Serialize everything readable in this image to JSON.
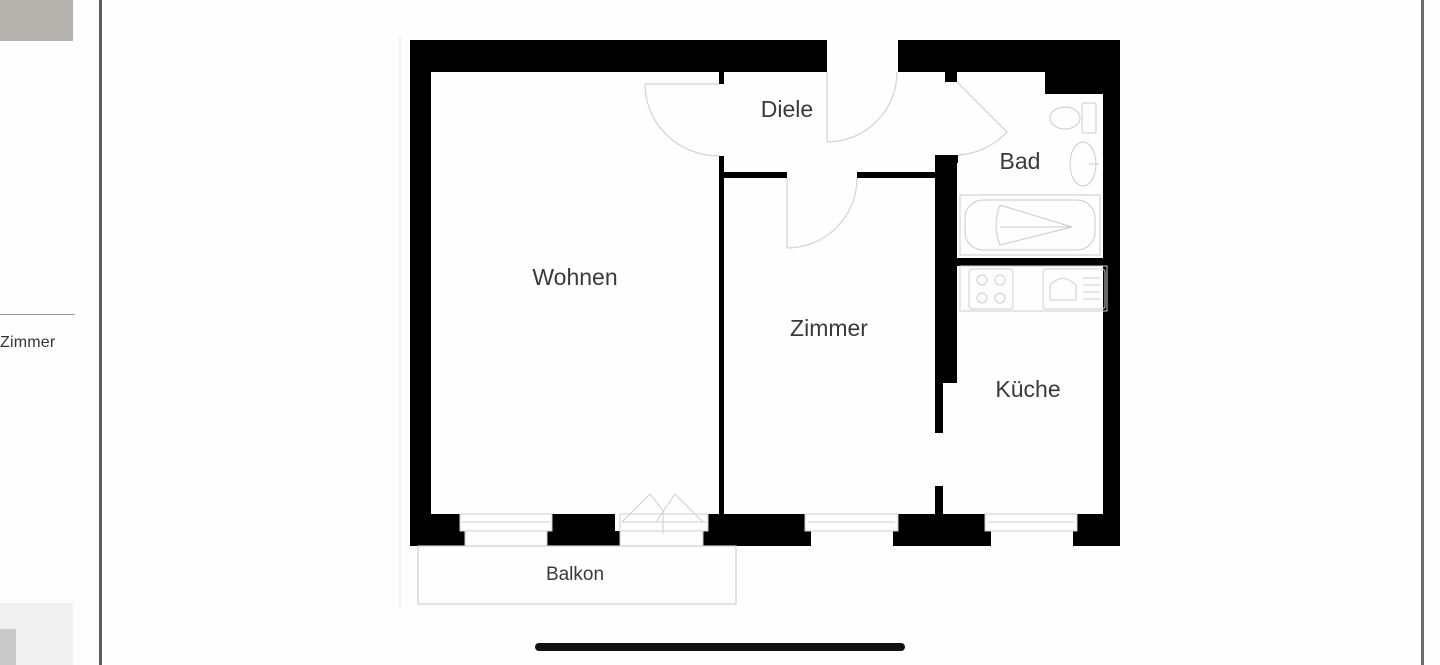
{
  "sidebar": {
    "visible_label": "Zimmer",
    "colors": {
      "thumb_top": "#b3b2ad",
      "divider": "#9a9a9a",
      "thumb_bottom": "#f1f1f1"
    }
  },
  "floorplan": {
    "rooms": [
      {
        "id": "wohnen",
        "label": "Wohnen"
      },
      {
        "id": "diele",
        "label": "Diele"
      },
      {
        "id": "bad",
        "label": "Bad"
      },
      {
        "id": "zimmer",
        "label": "Zimmer"
      },
      {
        "id": "kueche",
        "label": "Küche"
      },
      {
        "id": "balkon",
        "label": "Balkon"
      }
    ],
    "fixtures": [
      "toilet-icon",
      "sink-icon",
      "bathtub-icon",
      "stove-icon",
      "kitchen-sink-icon"
    ],
    "colors": {
      "wall": "#000000",
      "fixture_line": "#c8c8c8",
      "label": "#3a3a3a"
    }
  },
  "system": {
    "home_indicator": "home-indicator"
  }
}
